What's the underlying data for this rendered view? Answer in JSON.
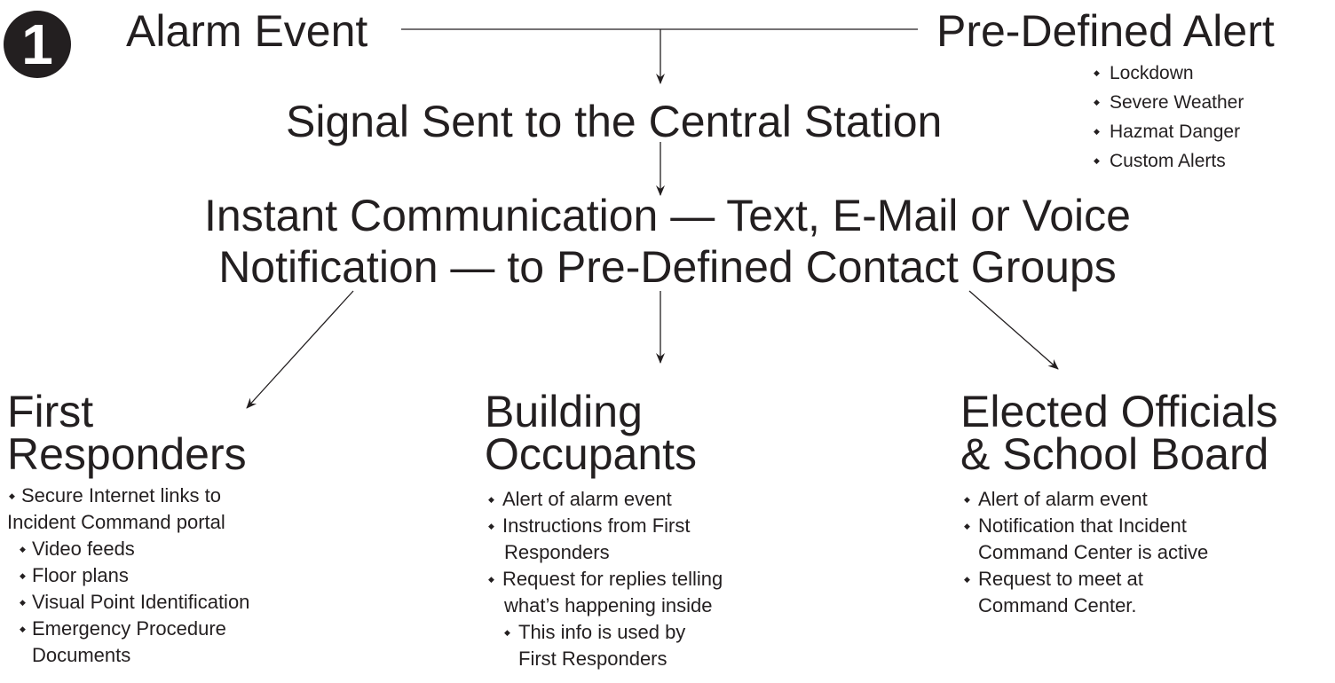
{
  "badge": "1",
  "top": {
    "left_title": "Alarm Event",
    "right_title": "Pre-Defined Alert",
    "alerts": [
      "Lockdown",
      "Severe Weather",
      "Hazmat Danger",
      "Custom Alerts"
    ]
  },
  "central_station": "Signal Sent to the Central Station",
  "communication": {
    "line1": "Instant Communication — Text, E-Mail or Voice",
    "line2": "Notification — to Pre-Defined Contact Groups"
  },
  "columns": {
    "first_responders": {
      "title_line1": "First",
      "title_line2": "Responders",
      "items": [
        {
          "text": "Secure Internet links to",
          "level": 0
        },
        {
          "text": "Incident Command portal",
          "level": -1
        },
        {
          "text": "Video feeds",
          "level": 1
        },
        {
          "text": "Floor plans",
          "level": 1
        },
        {
          "text": "Visual Point Identification",
          "level": 1
        },
        {
          "text": "Emergency Procedure",
          "level": 1
        },
        {
          "text": "Documents",
          "level": 2
        }
      ]
    },
    "building_occupants": {
      "title_line1": "Building",
      "title_line2": "Occupants",
      "items": [
        {
          "text": "Alert of alarm event",
          "level": 0
        },
        {
          "text": "Instructions from First",
          "level": 0
        },
        {
          "text": "Responders",
          "level": 3
        },
        {
          "text": "Request for replies telling",
          "level": 0
        },
        {
          "text": "what’s happening inside",
          "level": 3
        },
        {
          "text": "This info is used by",
          "level": 1
        },
        {
          "text": "First Responders",
          "level": 4
        }
      ]
    },
    "elected_officials": {
      "title_line1": "Elected Officials",
      "title_line2": "& School Board",
      "items": [
        {
          "text": "Alert of alarm event",
          "level": 0
        },
        {
          "text": "Notification that Incident",
          "level": 0
        },
        {
          "text": "Command Center is active",
          "level": 3
        },
        {
          "text": "Request to meet at",
          "level": 0
        },
        {
          "text": "Command Center.",
          "level": 3
        }
      ]
    }
  }
}
